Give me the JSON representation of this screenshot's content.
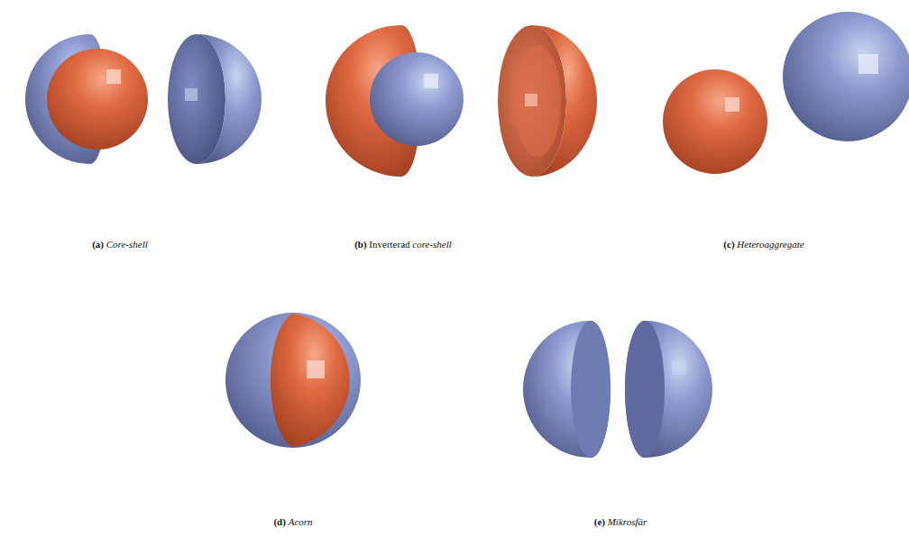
{
  "diagram": {
    "labels": [
      "(a)",
      "Core-shell",
      "(b)",
      "Inverterad",
      "core-shell",
      "(c)",
      "Heteroaggregate",
      "(d)",
      "Acorn",
      "(e)",
      "Mikrosfär"
    ]
  }
}
